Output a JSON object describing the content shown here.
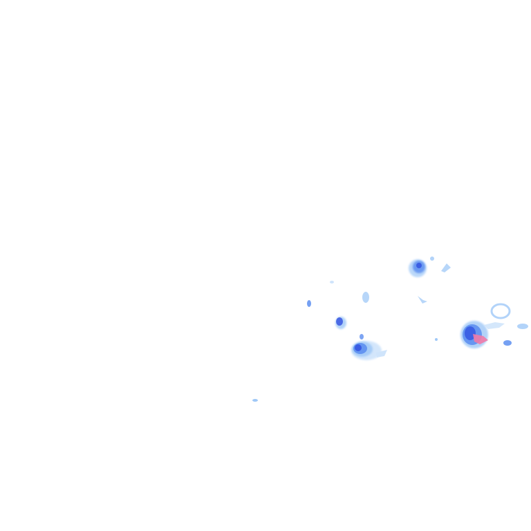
{
  "map": {
    "layer": "radar-precipitation-overlay",
    "background_color": "#ffffff",
    "legend_colors": {
      "very_light": "#cfe4fb",
      "light": "#9fc8f7",
      "moderate": "#5d8ff0",
      "heavy": "#2f4fe0",
      "intense": "#f07aa8"
    },
    "echoes": [
      {
        "id": "cell-east-1",
        "intensity": "heavy"
      },
      {
        "id": "cell-east-1-core",
        "intensity": "intense"
      },
      {
        "id": "cell-central-south",
        "intensity": "heavy"
      },
      {
        "id": "cell-north",
        "intensity": "heavy"
      },
      {
        "id": "cell-west-mid",
        "intensity": "heavy"
      },
      {
        "id": "cell-far-east-ring",
        "intensity": "light"
      },
      {
        "id": "cell-small-east",
        "intensity": "moderate"
      },
      {
        "id": "speck-west",
        "intensity": "moderate"
      }
    ]
  }
}
